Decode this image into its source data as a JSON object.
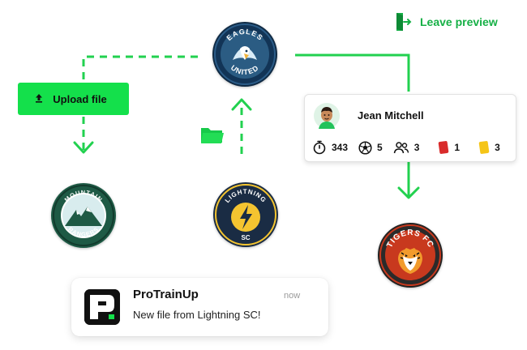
{
  "header": {
    "leave_preview_label": "Leave preview"
  },
  "upload": {
    "label": "Upload file"
  },
  "teams": {
    "eagles": {
      "line1": "EAGLES",
      "line2": "UNITED"
    },
    "mountain": {
      "line1": "MOUNTAIN",
      "line2": "RANGERS"
    },
    "lightning": {
      "line1": "LIGHTNING",
      "line2": "SC"
    },
    "tigers": {
      "line1": "TIGERS FC"
    }
  },
  "player_card": {
    "name": "Jean Mitchell",
    "stats": {
      "minutes": "343",
      "goals": "5",
      "assists": "3",
      "red_cards": "1",
      "yellow_cards": "3"
    }
  },
  "notification": {
    "app_name": "ProTrainUp",
    "time": "now",
    "message": "New file from Lightning SC!"
  },
  "colors": {
    "accent_green": "#14e04b",
    "line_green": "#22d14f",
    "navy": "#1a3a5c",
    "forest": "#1e5a45",
    "tiger_red": "#c8391e"
  }
}
